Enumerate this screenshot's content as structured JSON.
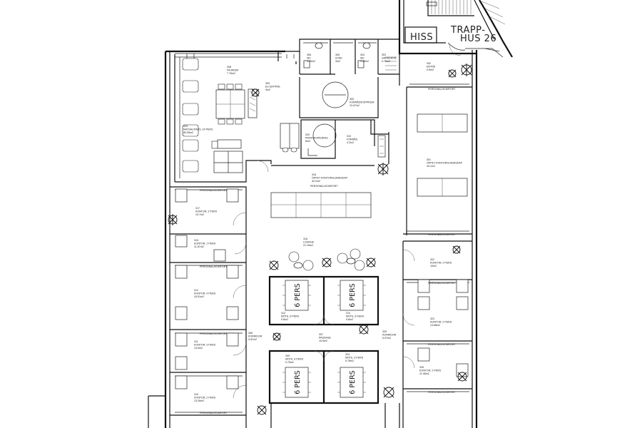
{
  "plan": {
    "stair_title": [
      "TRAPP-",
      "HUS 26"
    ],
    "elevator": "HISS",
    "meeting_capacity": "6 PERS",
    "desk_label": "PERSONAL/KOMFORT",
    "rooms": [
      {
        "id": "r308",
        "lines": [
          "308",
          "FIKARUM",
          "7.76m2"
        ]
      },
      {
        "id": "r319",
        "lines": [
          "319",
          "MATSAL/PAUS, 24 PERS",
          "80.55m2"
        ]
      },
      {
        "id": "r306",
        "lines": [
          "306",
          "WC",
          "4.35m2"
        ]
      },
      {
        "id": "r305",
        "lines": [
          "305",
          "STÄD",
          "3m2"
        ]
      },
      {
        "id": "r304",
        "lines": [
          "304",
          "WC",
          "3.15m2"
        ]
      },
      {
        "id": "r303",
        "lines": [
          "303",
          "GARDEROB",
          "4.78m2"
        ]
      },
      {
        "id": "r302",
        "lines": [
          "302",
          "ENTRÉ",
          "9.5m2"
        ]
      },
      {
        "id": "r309",
        "lines": [
          "309",
          "ELCENTRAL",
          "4m2"
        ]
      },
      {
        "id": "r300",
        "lines": [
          "300",
          "FÖRRÅD/KOPPRUM",
          "13.47m2"
        ]
      },
      {
        "id": "r301b",
        "lines": [
          "301",
          "ÖPPET KONTORSLANDSKAP",
          "43.1m2"
        ]
      },
      {
        "id": "r320",
        "lines": [
          "320",
          "PRINT/KOPIERING",
          "6m2"
        ]
      },
      {
        "id": "r310",
        "lines": [
          "310",
          "FÖRRÅD",
          "4.2m2"
        ]
      },
      {
        "id": "r318",
        "lines": [
          "318",
          "ÖPPET KONTORSLANDSKAP",
          "40.2m2"
        ]
      },
      {
        "id": "r317",
        "lines": [
          "317",
          "KONTOR, 2 PERS",
          "10.7m2"
        ]
      },
      {
        "id": "r316",
        "lines": [
          "316",
          "LOUNGE",
          "21.15m2"
        ]
      },
      {
        "id": "r315",
        "lines": [
          "315",
          "KONTOR, 1 PERS",
          "11.87m2"
        ]
      },
      {
        "id": "r322",
        "lines": [
          "322",
          "KONTOR, 2 PERS",
          "10m2"
        ]
      },
      {
        "id": "r312",
        "lines": [
          "312",
          "KONTOR, 4 PERS",
          "15.51m2"
        ]
      },
      {
        "id": "r313",
        "lines": [
          "313",
          "MÖTE, 6 PERS",
          "9.8m2"
        ]
      },
      {
        "id": "r314",
        "lines": [
          "314",
          "MÖTE, 6 PERS",
          "9.8m2"
        ]
      },
      {
        "id": "r323",
        "lines": [
          "323",
          "KONTOR, 2 PERS",
          "13.68m2"
        ]
      },
      {
        "id": "r308b",
        "lines": [
          "308",
          "KORRIDOR",
          "9.87m2"
        ]
      },
      {
        "id": "r307",
        "lines": [
          "307",
          "PASSAGE",
          "15.5m2"
        ]
      },
      {
        "id": "r325",
        "lines": [
          "325",
          "KORRIDOR",
          "5.97m2"
        ]
      },
      {
        "id": "r311",
        "lines": [
          "311",
          "KONTOR, 3 PERS",
          "14.5m2"
        ]
      },
      {
        "id": "r309b",
        "lines": [
          "309",
          "MÖTE, 6 PERS",
          "9.75m2"
        ]
      },
      {
        "id": "r324",
        "lines": [
          "324",
          "MÖTE, 6 PERS",
          "9.78m2"
        ]
      },
      {
        "id": "r326",
        "lines": [
          "326",
          "KONTOR, 2 PERS",
          "11.08m2"
        ]
      },
      {
        "id": "r310b",
        "lines": [
          "310",
          "KONTOR, 2 PERS",
          "13.26m2"
        ]
      }
    ]
  }
}
